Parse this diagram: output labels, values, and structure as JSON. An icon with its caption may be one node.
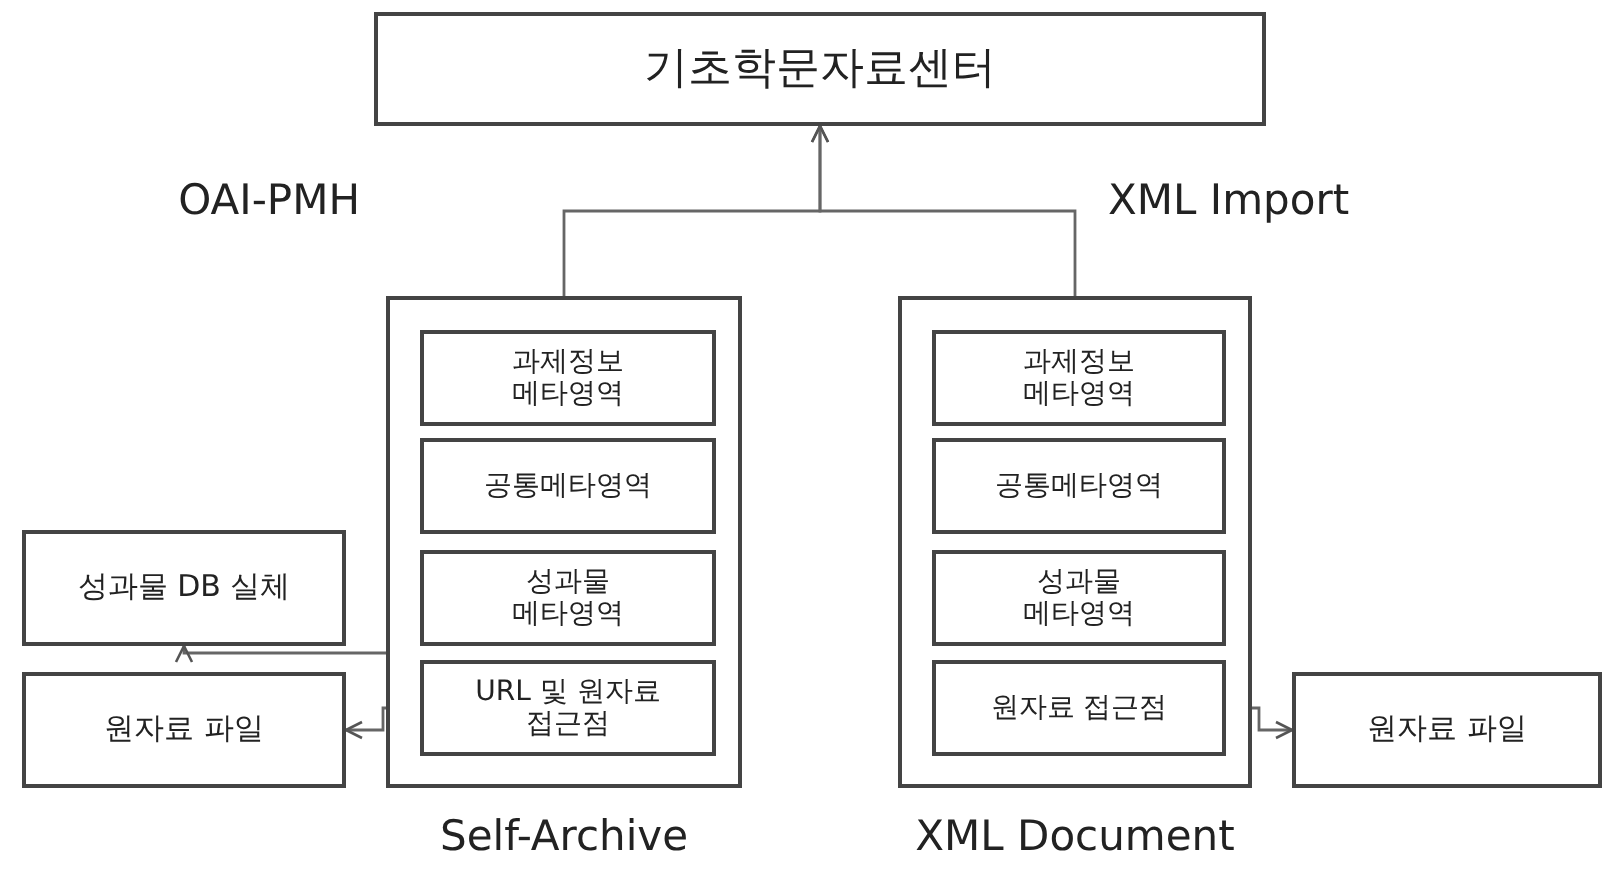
{
  "diagram": {
    "nodes": [
      {
        "text": [
          "기초학문자료센터"
        ]
      },
      {
        "text": [
          "Self-Archive"
        ]
      },
      {
        "text": [
          "과제정보 메타영역"
        ],
        "in": 1
      },
      {
        "text": [
          "공통메타영역"
        ],
        "in": 1
      },
      {
        "text": [
          "성과물 메타영역"
        ],
        "in": 1
      },
      {
        "text": [
          "URL 및 원자료 접근점"
        ],
        "in": 1
      },
      {
        "text": [
          "XML Document"
        ]
      },
      {
        "text": [
          "과제정보 메타영역"
        ],
        "in": 6
      },
      {
        "text": [
          "공통메타영역"
        ],
        "in": 6
      },
      {
        "text": [
          "성과물 메타영역"
        ],
        "in": 6
      },
      {
        "text": [
          "원자료 접근점"
        ],
        "in": 6
      },
      {
        "text": [
          "성과물 DB 실체"
        ]
      },
      {
        "text": [
          "원자료 파일"
        ]
      },
      {
        "text": [
          "원자료 파일"
        ]
      }
    ],
    "edges": [
      {
        "from": 1,
        "to": 0,
        "arrow": "to"
      },
      {
        "from": 6,
        "to": 0,
        "arrow": "to"
      },
      {
        "from": 5,
        "to": 11,
        "arrow": "to"
      },
      {
        "from": 5,
        "to": 12,
        "arrow": "to"
      },
      {
        "from": 10,
        "to": 13,
        "arrow": "to"
      }
    ],
    "labels": [
      "OAI-PMH",
      "XML Import"
    ]
  }
}
